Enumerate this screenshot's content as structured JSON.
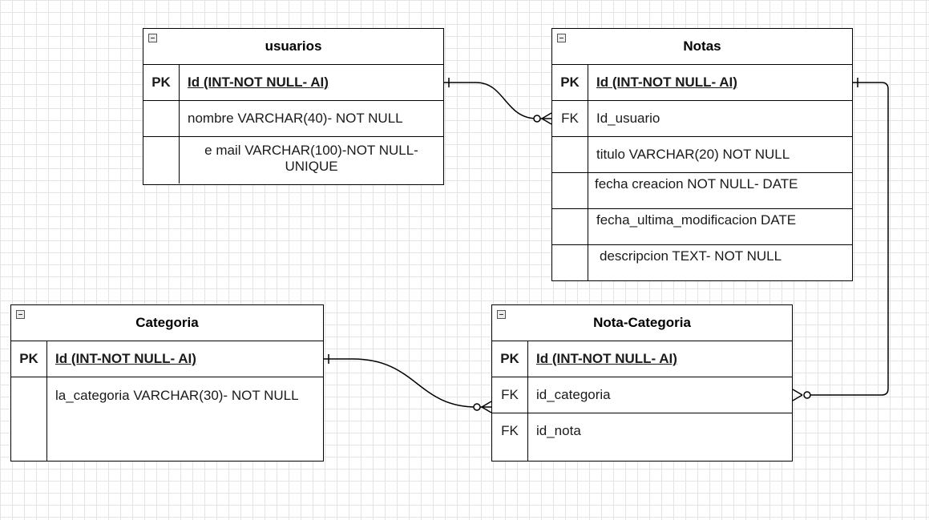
{
  "entities": {
    "usuarios": {
      "title": "usuarios",
      "rows": [
        {
          "key": "PK",
          "field": "Id  (INT-NOT NULL- AI)"
        },
        {
          "key": "",
          "field": "nombre VARCHAR(40)- NOT NULL"
        },
        {
          "key": "",
          "field": "e mail VARCHAR(100)-NOT NULL-\nUNIQUE"
        }
      ]
    },
    "notas": {
      "title": "Notas",
      "rows": [
        {
          "key": "PK",
          "field": "Id  (INT-NOT NULL- AI)"
        },
        {
          "key": "FK",
          "field": "Id_usuario"
        },
        {
          "key": "",
          "field": "titulo VARCHAR(20) NOT NULL"
        },
        {
          "key": "",
          "field": "fecha creacion NOT NULL- DATE"
        },
        {
          "key": "",
          "field": "fecha_ultima_modificacion DATE"
        },
        {
          "key": "",
          "field": "descripcion TEXT- NOT NULL"
        }
      ]
    },
    "categoria": {
      "title": "Categoria",
      "rows": [
        {
          "key": "PK",
          "field": "Id  (INT-NOT NULL- AI)"
        },
        {
          "key": "",
          "field": "la_categoria VARCHAR(30)- NOT NULL"
        }
      ]
    },
    "nota_categoria": {
      "title": "Nota-Categoria",
      "rows": [
        {
          "key": "PK",
          "field": "Id  (INT-NOT NULL- AI)"
        },
        {
          "key": "FK",
          "field": "id_categoria"
        },
        {
          "key": "FK",
          "field": "id_nota"
        }
      ]
    }
  }
}
